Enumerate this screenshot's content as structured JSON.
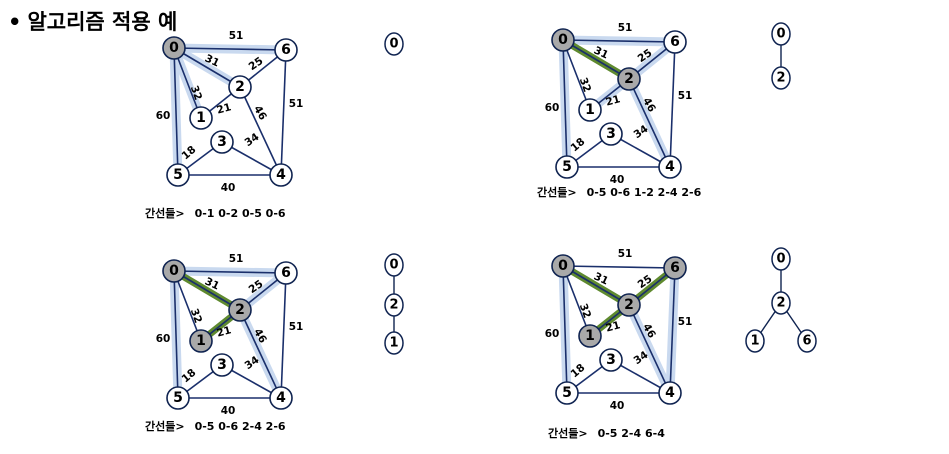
{
  "title": "알고리즘 적용 예",
  "bullet": "•",
  "graph": {
    "nodes": [
      "0",
      "1",
      "2",
      "3",
      "4",
      "5",
      "6"
    ],
    "edges": [
      {
        "from": "0",
        "to": "6",
        "weight": "51"
      },
      {
        "from": "0",
        "to": "2",
        "weight": "31"
      },
      {
        "from": "0",
        "to": "1",
        "weight": "32"
      },
      {
        "from": "0",
        "to": "5",
        "weight": "60"
      },
      {
        "from": "2",
        "to": "6",
        "weight": "25"
      },
      {
        "from": "1",
        "to": "2",
        "weight": "21"
      },
      {
        "from": "2",
        "to": "4",
        "weight": "46"
      },
      {
        "from": "6",
        "to": "4",
        "weight": "51"
      },
      {
        "from": "3",
        "to": "4",
        "weight": "34"
      },
      {
        "from": "3",
        "to": "5",
        "weight": "18"
      },
      {
        "from": "5",
        "to": "4",
        "weight": "40"
      }
    ]
  },
  "steps": [
    {
      "visited": [
        "0"
      ],
      "selected_edges": [],
      "frontier_edges": [
        [
          "0",
          "1"
        ],
        [
          "0",
          "2"
        ],
        [
          "0",
          "5"
        ],
        [
          "0",
          "6"
        ]
      ],
      "caption_label": "간선들>",
      "caption_edges": "0-1  0-2  0-5  0-6",
      "tree": {
        "nodes": [
          "0"
        ],
        "edges": []
      }
    },
    {
      "visited": [
        "0",
        "2"
      ],
      "selected_edges": [
        [
          "0",
          "2"
        ]
      ],
      "frontier_edges": [
        [
          "0",
          "5"
        ],
        [
          "0",
          "6"
        ],
        [
          "1",
          "2"
        ],
        [
          "2",
          "4"
        ],
        [
          "2",
          "6"
        ]
      ],
      "caption_label": "간선들>",
      "caption_edges": "0-5 0-6 1-2  2-4  2-6",
      "tree": {
        "nodes": [
          "0",
          "2"
        ],
        "edges": [
          [
            "0",
            "2"
          ]
        ]
      }
    },
    {
      "visited": [
        "0",
        "1",
        "2"
      ],
      "selected_edges": [
        [
          "0",
          "2"
        ],
        [
          "1",
          "2"
        ]
      ],
      "frontier_edges": [
        [
          "0",
          "5"
        ],
        [
          "0",
          "6"
        ],
        [
          "2",
          "4"
        ],
        [
          "2",
          "6"
        ]
      ],
      "caption_label": "간선들>",
      "caption_edges": "0-5  0-6 2-4  2-6",
      "tree": {
        "nodes": [
          "0",
          "2",
          "1"
        ],
        "edges": [
          [
            "0",
            "2"
          ],
          [
            "2",
            "1"
          ]
        ]
      }
    },
    {
      "visited": [
        "0",
        "1",
        "2",
        "6"
      ],
      "selected_edges": [
        [
          "0",
          "2"
        ],
        [
          "1",
          "2"
        ],
        [
          "2",
          "6"
        ]
      ],
      "frontier_edges": [
        [
          "0",
          "5"
        ],
        [
          "2",
          "4"
        ],
        [
          "6",
          "4"
        ]
      ],
      "caption_label": "간선들>",
      "caption_edges": "0-5  2-4 6-4",
      "tree": {
        "nodes": [
          "0",
          "2",
          "1",
          "6"
        ],
        "edges": [
          [
            "0",
            "2"
          ],
          [
            "2",
            "1"
          ],
          [
            "2",
            "6"
          ]
        ]
      }
    }
  ],
  "colors": {
    "edge": "#1a2f6b",
    "visited_fill": "#a9a9a9",
    "unvisited_fill": "#ffffff",
    "selected_edge": "#5f8a2f",
    "frontier_glow": "#c9d9ef"
  }
}
